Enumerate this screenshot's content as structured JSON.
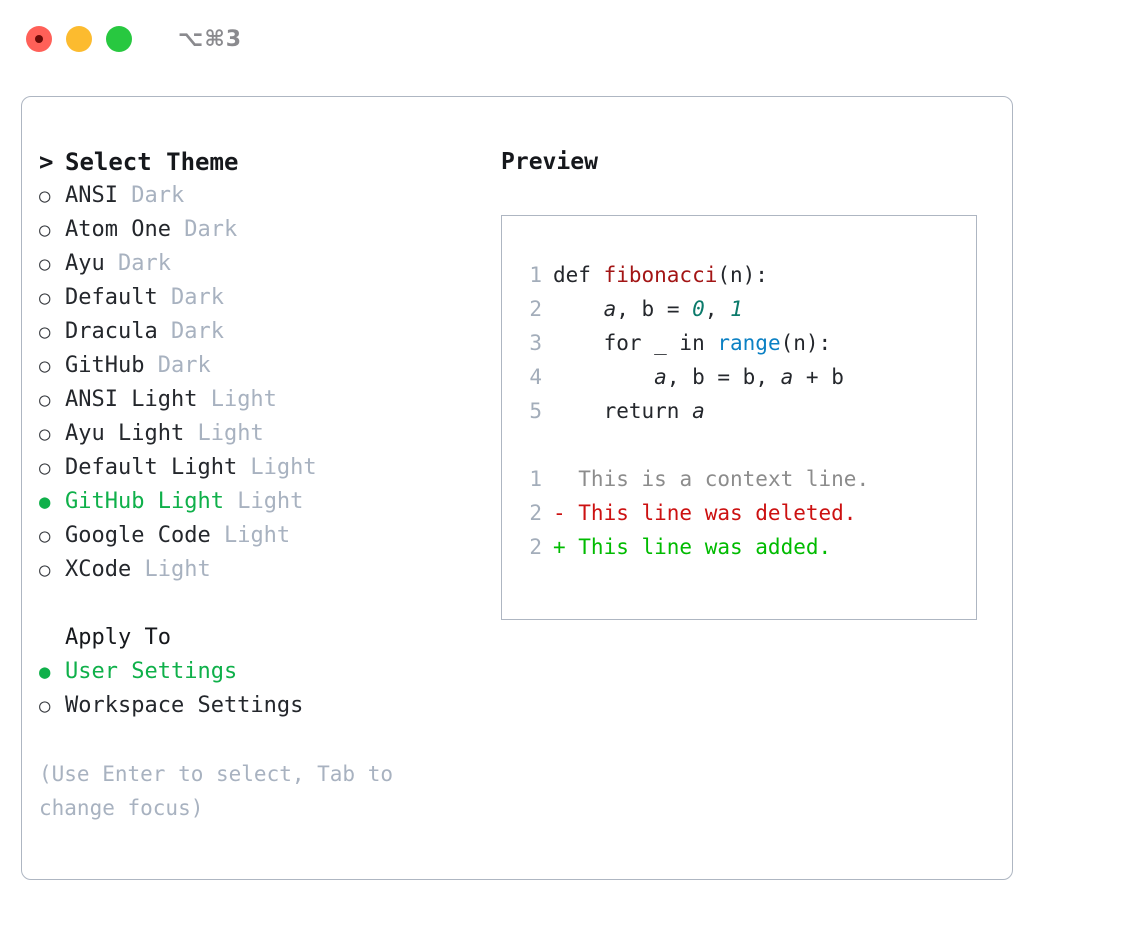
{
  "titlebar": {
    "shortcut": "⌥⌘3",
    "lights": [
      {
        "name": "close",
        "color": "#FF6058"
      },
      {
        "name": "minimize",
        "color": "#FCBB2F"
      },
      {
        "name": "maximize",
        "color": "#28C840"
      }
    ]
  },
  "theme_selector": {
    "caret": ">",
    "heading": "Select Theme",
    "bullet_selected": "●",
    "bullet_unselected": "○",
    "options": [
      {
        "label": "ANSI",
        "tag": "Dark",
        "selected": false
      },
      {
        "label": "Atom One",
        "tag": "Dark",
        "selected": false
      },
      {
        "label": "Ayu",
        "tag": "Dark",
        "selected": false
      },
      {
        "label": "Default",
        "tag": "Dark",
        "selected": false
      },
      {
        "label": "Dracula",
        "tag": "Dark",
        "selected": false
      },
      {
        "label": "GitHub",
        "tag": "Dark",
        "selected": false
      },
      {
        "label": "ANSI Light",
        "tag": "Light",
        "selected": false
      },
      {
        "label": "Ayu Light",
        "tag": "Light",
        "selected": false
      },
      {
        "label": "Default Light",
        "tag": "Light",
        "selected": false
      },
      {
        "label": "GitHub Light",
        "tag": "Light",
        "selected": true
      },
      {
        "label": "Google Code",
        "tag": "Light",
        "selected": false
      },
      {
        "label": "XCode",
        "tag": "Light",
        "selected": false
      }
    ]
  },
  "apply_to": {
    "heading": "Apply To",
    "options": [
      {
        "label": "User Settings",
        "selected": true
      },
      {
        "label": "Workspace Settings",
        "selected": false
      }
    ]
  },
  "hint": "(Use Enter to select, Tab to change focus)",
  "preview": {
    "title": "Preview",
    "code_lines": [
      {
        "num": "1",
        "tokens": [
          {
            "t": "def ",
            "k": "plain"
          },
          {
            "t": "fibonacci",
            "k": "func"
          },
          {
            "t": "(n):",
            "k": "plain"
          }
        ]
      },
      {
        "num": "2",
        "tokens": [
          {
            "t": "    ",
            "k": "plain"
          },
          {
            "t": "a",
            "k": "var"
          },
          {
            "t": ", ",
            "k": "plain"
          },
          {
            "t": "b",
            "k": "plain"
          },
          {
            "t": " = ",
            "k": "plain"
          },
          {
            "t": "0",
            "k": "num"
          },
          {
            "t": ", ",
            "k": "plain"
          },
          {
            "t": "1",
            "k": "num"
          }
        ]
      },
      {
        "num": "3",
        "tokens": [
          {
            "t": "    for _ in ",
            "k": "plain"
          },
          {
            "t": "range",
            "k": "builtin"
          },
          {
            "t": "(n):",
            "k": "plain"
          }
        ]
      },
      {
        "num": "4",
        "tokens": [
          {
            "t": "        ",
            "k": "plain"
          },
          {
            "t": "a",
            "k": "var"
          },
          {
            "t": ", b = b, ",
            "k": "plain"
          },
          {
            "t": "a",
            "k": "var"
          },
          {
            "t": " + b",
            "k": "plain"
          }
        ]
      },
      {
        "num": "5",
        "tokens": [
          {
            "t": "    return ",
            "k": "plain"
          },
          {
            "t": "a",
            "k": "var"
          }
        ]
      }
    ],
    "diff_lines": [
      {
        "num": "1",
        "tokens": [
          {
            "t": "  This is ",
            "k": "ctx"
          },
          {
            "t": "a",
            "k": "ctx"
          },
          {
            "t": " context line.",
            "k": "ctx"
          }
        ]
      },
      {
        "num": "2",
        "tokens": [
          {
            "t": "- This line was deleted.",
            "k": "del"
          }
        ]
      },
      {
        "num": "2",
        "tokens": [
          {
            "t": "+ This line was added.",
            "k": "add"
          }
        ]
      }
    ]
  },
  "colors": {
    "accent_green": "#0FB04A",
    "tag_gray": "#A8B2C0",
    "border": "#AEB6C2",
    "func_red": "#A31515",
    "number_teal": "#0B7A6B",
    "builtin_blue": "#0C81C4",
    "diff_delete": "#CC1111",
    "diff_add": "#00BB00",
    "line_number": "#A3ADBA"
  }
}
